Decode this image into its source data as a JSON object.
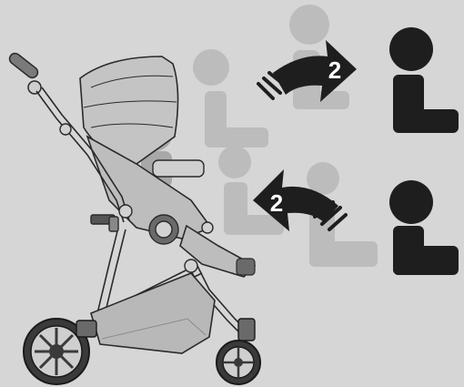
{
  "illustration": {
    "subject": "stroller-seat-recline",
    "colors": {
      "background": "#d6d6d6",
      "ghost": "#b9b9b9",
      "ghost_dark": "#9a9a9a",
      "figure": "#1e1e1e",
      "frame": "#e8e8e8",
      "outline": "#2a2a2a"
    },
    "steps": [
      {
        "number": "2",
        "direction": "recline-back"
      },
      {
        "number": "2",
        "direction": "recline-forward"
      }
    ],
    "positions": [
      {
        "name": "upright-position"
      },
      {
        "name": "reclined-position"
      }
    ]
  }
}
